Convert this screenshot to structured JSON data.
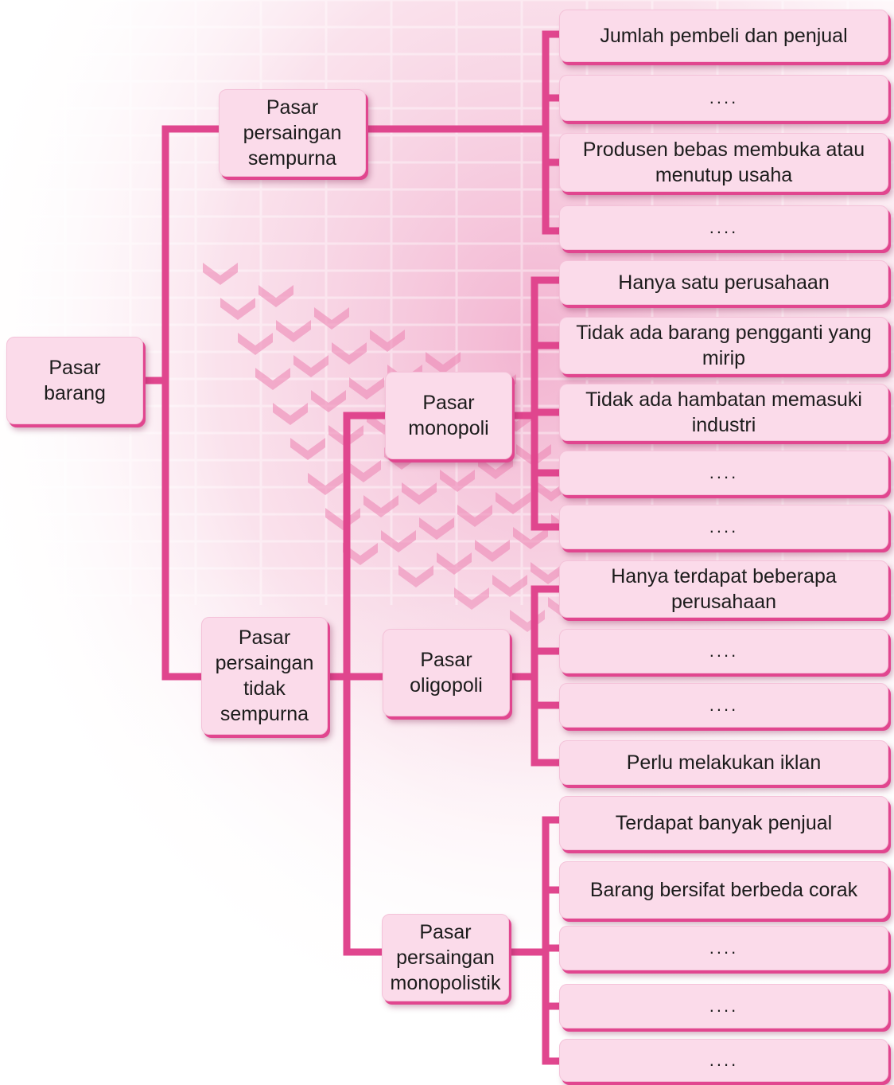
{
  "nodes": {
    "root": "Pasar\nbarang",
    "sempurna": "Pasar\npersaingan\nsempurna",
    "tidak_sempurna": "Pasar\npersaingan\ntidak\nsempurna",
    "monopoli": "Pasar\nmonopoli",
    "oligopoli": "Pasar\noligopoli",
    "monopolistik": "Pasar\npersaingan\nmonopolistik"
  },
  "sempurna_items": [
    "Jumlah pembeli dan penjual",
    "....",
    "Produsen bebas membuka atau menutup usaha",
    "...."
  ],
  "monopoli_items": [
    "Hanya satu perusahaan",
    "Tidak ada barang pengganti yang mirip",
    "Tidak ada hambatan memasuki industri",
    "....",
    "...."
  ],
  "oligopoli_items": [
    "Hanya terdapat beberapa perusahaan",
    "....",
    "....",
    "Perlu melakukan iklan"
  ],
  "monopolistik_items": [
    "Terdapat banyak penjual",
    "Barang bersifat berbeda corak",
    "....",
    "....",
    "...."
  ],
  "colors": {
    "connector": "#e0468e",
    "box_fill": "#fbdbea",
    "box_shadow": "#e1468f",
    "background_tint": "#f3a3c6"
  }
}
